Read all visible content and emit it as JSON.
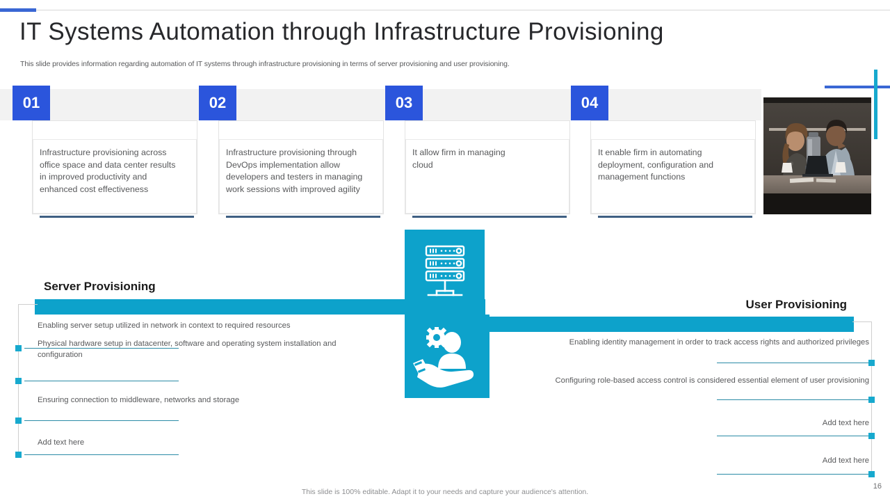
{
  "header": {
    "title": "IT Systems  Automation  through  Infrastructure  Provisioning",
    "subtitle": "This slide provides information regarding automation of IT systems through infrastructure provisioning in terms of server provisioning and user provisioning."
  },
  "colors": {
    "number_box_blue": "#2B55DC",
    "accent_cyan": "#0DA2CB",
    "marker_cyan": "#17A9CE",
    "card_underline": "#3f6083",
    "deco_blue": "#3A67D4",
    "band_gray": "#f2f2f2",
    "body_text": "#58595b"
  },
  "cards": [
    {
      "number": "01",
      "text": "Infrastructure provisioning across office space and data center results in improved productivity and enhanced cost effectiveness"
    },
    {
      "number": "02",
      "text": "Infrastructure provisioning through  DevOps implementation allow developers and testers in managing work sessions with improved agility"
    },
    {
      "number": "03",
      "text": "It allow firm in managing cloud"
    },
    {
      "number": "04",
      "text": "It enable firm in automating deployment, configuration and management functions"
    }
  ],
  "photo": {
    "alt": "two colleagues working together at a desk with laptop and coffee urn",
    "icon": "office-photo"
  },
  "server_provisioning": {
    "title": "Server Provisioning",
    "icon": "server-rack-icon",
    "items": [
      "Enabling server  setup utilized in network  in context to required  resources",
      "Physical hardware  setup in datacenter, software  and operating system installation and  configuration",
      "Ensuring connection to middleware,  networks and  storage",
      "Add text here"
    ]
  },
  "user_provisioning": {
    "title": "User Provisioning",
    "icon": "user-in-hand-gear-icon",
    "items": [
      "Enabling identity management  in order to track access rights and authorized  privileges",
      "Configuring  role-based  access control is considered  essential element of user provisioning",
      "Add text here",
      "Add text here"
    ]
  },
  "footer": {
    "note": "This slide is 100% editable. Adapt it to your needs and capture your audience's attention.",
    "page_number": "16"
  }
}
